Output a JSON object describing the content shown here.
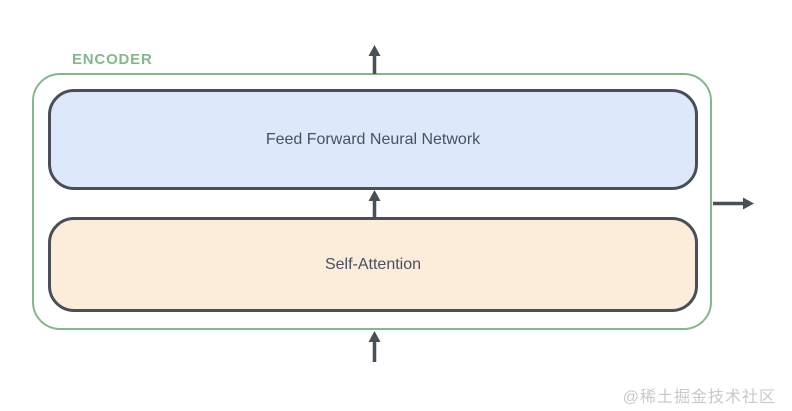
{
  "diagram": {
    "title_label": "ENCODER",
    "type": "transformer-encoder-block-diagram",
    "blocks": [
      {
        "id": "feed-forward",
        "label": "Feed Forward Neural Network",
        "fill": "#dde9fb"
      },
      {
        "id": "self-attention",
        "label": "Self-Attention",
        "fill": "#fcecda"
      }
    ],
    "arrows": [
      {
        "id": "encoder-input",
        "direction": "up",
        "position": "bottom-center"
      },
      {
        "id": "attention-to-ffn",
        "direction": "up",
        "position": "between-blocks"
      },
      {
        "id": "encoder-output-top",
        "direction": "up",
        "position": "top-center"
      },
      {
        "id": "encoder-output-right",
        "direction": "right",
        "position": "right-middle"
      }
    ],
    "colors": {
      "container_border": "#85b78c",
      "container_label": "#85b78c",
      "block_border": "#494f58",
      "block_text": "#475162",
      "arrow": "#494f58",
      "ffn_fill": "#dde9fb",
      "attention_fill": "#fcecda",
      "watermark": "#c9c9c9",
      "background": "#ffffff"
    }
  },
  "watermark": {
    "text": "@稀土掘金技术社区"
  }
}
